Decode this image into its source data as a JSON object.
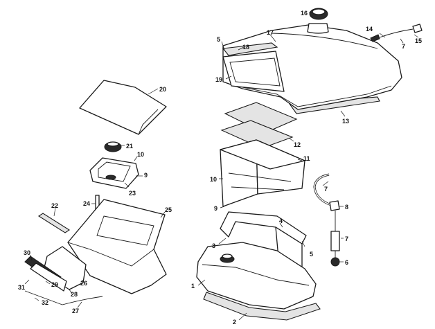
{
  "diagram": {
    "callouts": [
      {
        "id": "c1",
        "text": "1"
      },
      {
        "id": "c2",
        "text": "2"
      },
      {
        "id": "c3",
        "text": "3"
      },
      {
        "id": "c4",
        "text": "4"
      },
      {
        "id": "c5a",
        "text": "5"
      },
      {
        "id": "c5b",
        "text": "5"
      },
      {
        "id": "c6",
        "text": "6"
      },
      {
        "id": "c7a",
        "text": "7"
      },
      {
        "id": "c7b",
        "text": "7"
      },
      {
        "id": "c7c",
        "text": "7"
      },
      {
        "id": "c8",
        "text": "8"
      },
      {
        "id": "c9a",
        "text": "9"
      },
      {
        "id": "c9b",
        "text": "9"
      },
      {
        "id": "c10a",
        "text": "10"
      },
      {
        "id": "c10b",
        "text": "10"
      },
      {
        "id": "c11",
        "text": "11"
      },
      {
        "id": "c12",
        "text": "12"
      },
      {
        "id": "c13",
        "text": "13"
      },
      {
        "id": "c14",
        "text": "14"
      },
      {
        "id": "c15",
        "text": "15"
      },
      {
        "id": "c16",
        "text": "16"
      },
      {
        "id": "c17",
        "text": "17"
      },
      {
        "id": "c18",
        "text": "18"
      },
      {
        "id": "c19",
        "text": "19"
      },
      {
        "id": "c20",
        "text": "20"
      },
      {
        "id": "c21",
        "text": "21"
      },
      {
        "id": "c22",
        "text": "22"
      },
      {
        "id": "c23",
        "text": "23"
      },
      {
        "id": "c24",
        "text": "24"
      },
      {
        "id": "c25",
        "text": "25"
      },
      {
        "id": "c26",
        "text": "26"
      },
      {
        "id": "c27",
        "text": "27"
      },
      {
        "id": "c28",
        "text": "28"
      },
      {
        "id": "c29",
        "text": "29"
      },
      {
        "id": "c30",
        "text": "30"
      },
      {
        "id": "c31",
        "text": "31"
      },
      {
        "id": "c32",
        "text": "32"
      }
    ]
  }
}
